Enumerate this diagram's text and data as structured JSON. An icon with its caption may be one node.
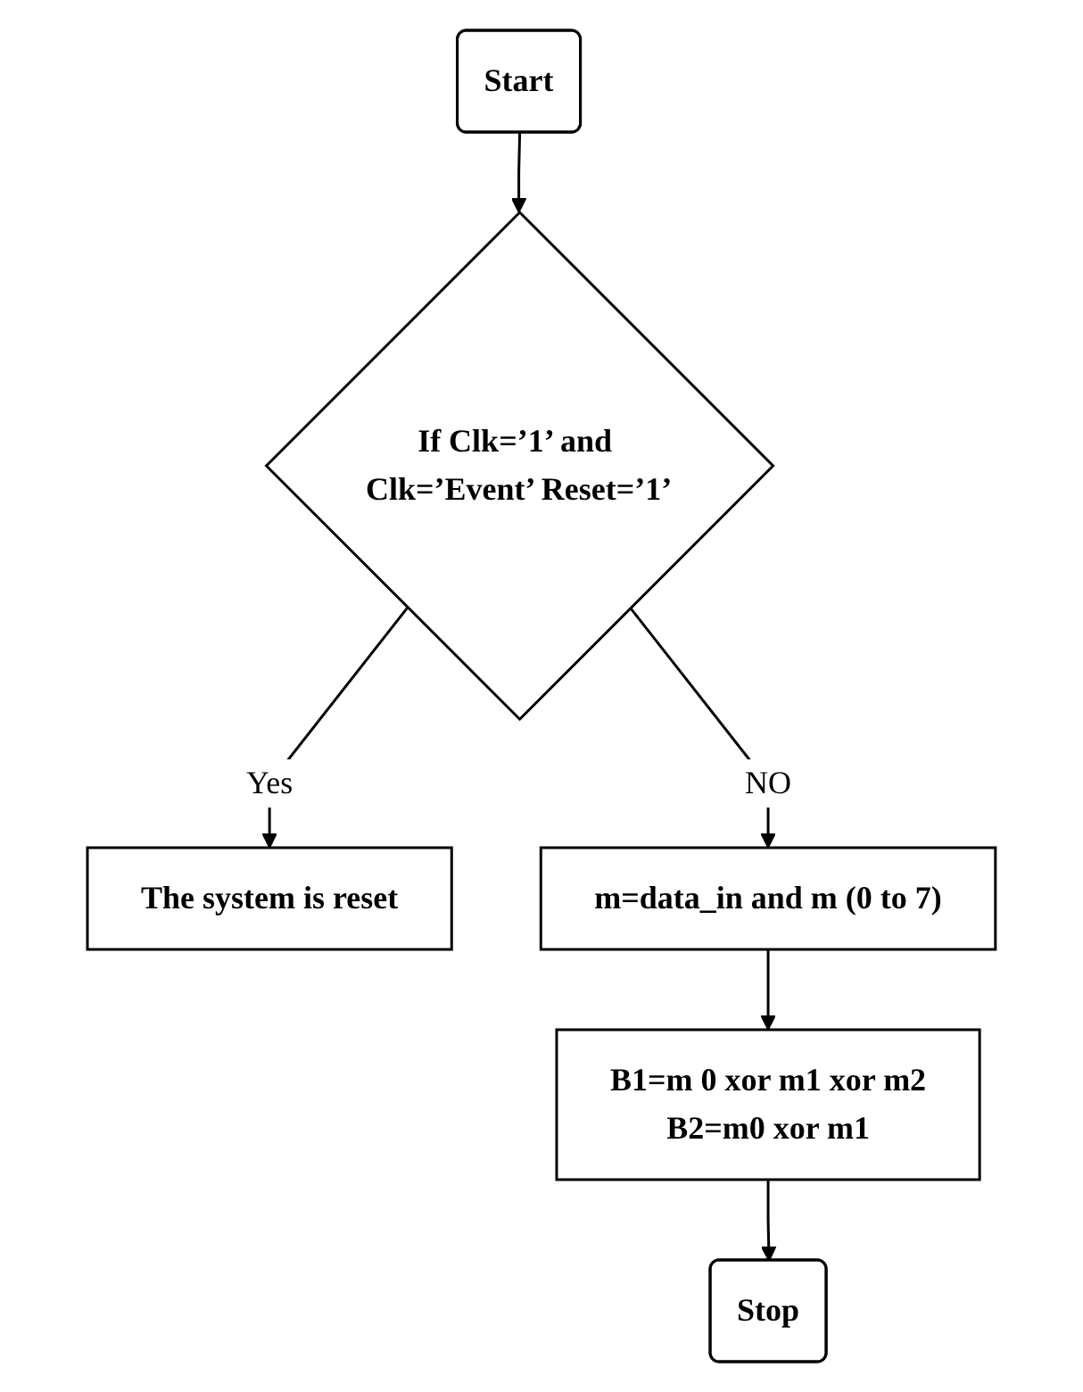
{
  "diagram": {
    "nodes": [
      {
        "text": [
          "Start"
        ]
      },
      {
        "text": [
          "If Clk=’1’ and Clk=’Event’ Reset=’1’"
        ]
      },
      {
        "text": [
          "The system is reset"
        ]
      },
      {
        "text": [
          "m=data_in and m (0 to 7)"
        ]
      },
      {
        "text": [
          "B1=m 0 xor m1 xor m2",
          "B2=m0 xor m1"
        ]
      },
      {
        "text": [
          "Stop"
        ]
      }
    ],
    "edges": [
      {
        "from": 0,
        "to": 1,
        "arrow": "to"
      },
      {
        "from": 1,
        "to": 2,
        "label": "Yes",
        "arrow": "to"
      },
      {
        "from": 1,
        "to": 3,
        "label": "NO",
        "arrow": "to"
      },
      {
        "from": 3,
        "to": 4,
        "arrow": "to"
      },
      {
        "from": 4,
        "to": 5,
        "arrow": "to"
      }
    ]
  }
}
